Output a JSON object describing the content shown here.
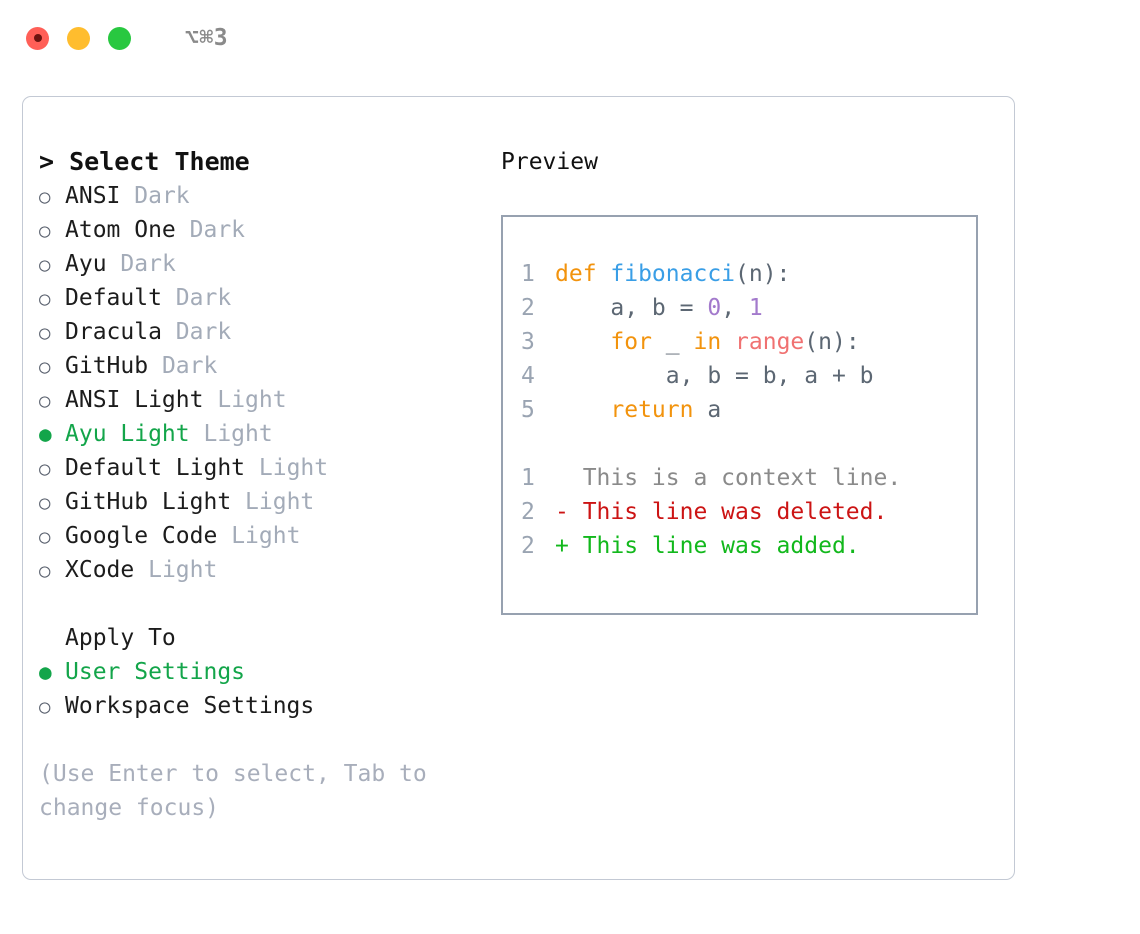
{
  "titlebar": {
    "shortcut": "⌥⌘3",
    "lights": [
      "close-light",
      "minimize-light",
      "zoom-light"
    ]
  },
  "theme_panel": {
    "title": "> Select Theme",
    "marker_selected": "●",
    "marker_unselected": "○",
    "items": [
      {
        "label": "ANSI",
        "variant": "Dark",
        "selected": false
      },
      {
        "label": "Atom One",
        "variant": "Dark",
        "selected": false
      },
      {
        "label": "Ayu",
        "variant": "Dark",
        "selected": false
      },
      {
        "label": "Default",
        "variant": "Dark",
        "selected": false
      },
      {
        "label": "Dracula",
        "variant": "Dark",
        "selected": false
      },
      {
        "label": "GitHub",
        "variant": "Dark",
        "selected": false
      },
      {
        "label": "ANSI Light",
        "variant": "Light",
        "selected": false
      },
      {
        "label": "Ayu Light",
        "variant": "Light",
        "selected": true
      },
      {
        "label": "Default Light",
        "variant": "Light",
        "selected": false
      },
      {
        "label": "GitHub Light",
        "variant": "Light",
        "selected": false
      },
      {
        "label": "Google Code",
        "variant": "Light",
        "selected": false
      },
      {
        "label": "XCode",
        "variant": "Light",
        "selected": false
      }
    ]
  },
  "apply_to": {
    "title": "Apply To",
    "items": [
      {
        "label": "User Settings",
        "selected": true
      },
      {
        "label": "Workspace Settings",
        "selected": false
      }
    ]
  },
  "hint": "(Use Enter to select, Tab to change focus)",
  "preview": {
    "title": "Preview",
    "code_lines": [
      {
        "no": "1",
        "tokens": [
          {
            "t": "def ",
            "c": "tok-kw"
          },
          {
            "t": "fibonacci",
            "c": "tok-fn"
          },
          {
            "t": "(n):",
            "c": "tok-plain"
          }
        ]
      },
      {
        "no": "2",
        "tokens": [
          {
            "t": "    a, b = ",
            "c": "tok-plain"
          },
          {
            "t": "0",
            "c": "tok-num"
          },
          {
            "t": ", ",
            "c": "tok-plain"
          },
          {
            "t": "1",
            "c": "tok-num"
          }
        ]
      },
      {
        "no": "3",
        "tokens": [
          {
            "t": "    ",
            "c": "tok-plain"
          },
          {
            "t": "for",
            "c": "tok-kw"
          },
          {
            "t": " _ ",
            "c": "tok-plain"
          },
          {
            "t": "in",
            "c": "tok-kw"
          },
          {
            "t": " ",
            "c": "tok-plain"
          },
          {
            "t": "range",
            "c": "tok-call"
          },
          {
            "t": "(n):",
            "c": "tok-plain"
          }
        ]
      },
      {
        "no": "4",
        "tokens": [
          {
            "t": "        a, b = b, a + b",
            "c": "tok-plain"
          }
        ]
      },
      {
        "no": "5",
        "tokens": [
          {
            "t": "    ",
            "c": "tok-plain"
          },
          {
            "t": "return",
            "c": "tok-kw"
          },
          {
            "t": " a",
            "c": "tok-plain"
          }
        ]
      }
    ],
    "diff_lines": [
      {
        "no": "1",
        "text": "  This is a context line.",
        "c": "diff-ctx"
      },
      {
        "no": "2",
        "text": "- This line was deleted.",
        "c": "diff-del"
      },
      {
        "no": "2",
        "text": "+ This line was added.",
        "c": "diff-add"
      }
    ]
  },
  "colors": {
    "accent_green": "#13a54a",
    "keyword": "#f2930d",
    "function": "#399ee6",
    "number": "#a37acc",
    "call": "#f07171",
    "diff_add": "#12b81c",
    "diff_del": "#cc1414",
    "muted": "#a3abb8"
  }
}
